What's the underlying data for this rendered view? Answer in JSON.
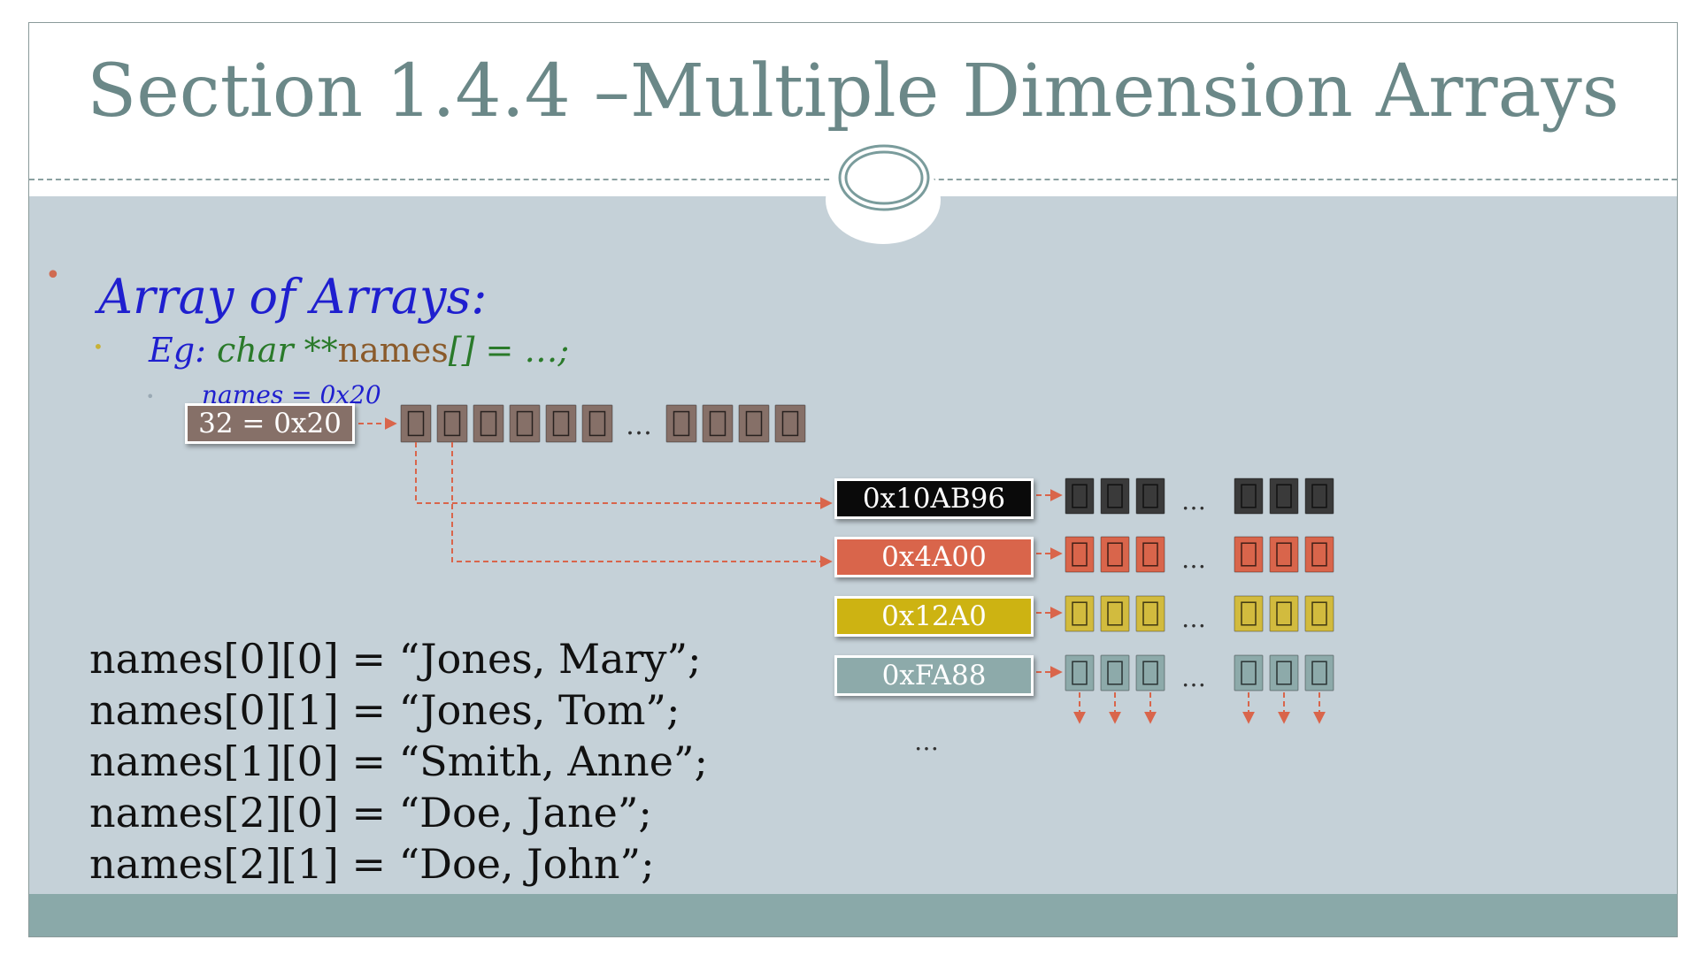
{
  "slide": {
    "title": "Section 1.4.4 –Multiple Dimension Arrays"
  },
  "bullets": {
    "heading": "Array of Arrays:",
    "example": {
      "eg": "Eg",
      "colon": ":",
      "type": " char ",
      "stars": "**",
      "name": "names",
      "brackets": "[]",
      "rest": " = …;"
    },
    "names_value": "names = 0x20"
  },
  "diagram": {
    "pointer_label": "32 = 0x20",
    "ellipsis": "…",
    "rows": [
      {
        "address": "0x10AB96",
        "color": "#0a0a0a",
        "cell_color": "#3a3a3a"
      },
      {
        "address": "0x4A00",
        "color": "#d9654b",
        "cell_color": "#d9654b"
      },
      {
        "address": "0x12A0",
        "color": "#cdb312",
        "cell_color": "#d2bb3e"
      },
      {
        "address": "0xFA88",
        "color": "#8daaaa",
        "cell_color": "#8daaaa"
      }
    ],
    "top_cell_color": "#867068",
    "arrow_color": "#d9654b"
  },
  "assignments": [
    "names[0][0] = “Jones, Mary”;",
    "names[0][1] = “Jones, Tom”;",
    "names[1][0] = “Smith, Anne”;",
    "names[2][0] = “Doe, Jane”;",
    "names[2][1] = “Doe, John”;"
  ]
}
